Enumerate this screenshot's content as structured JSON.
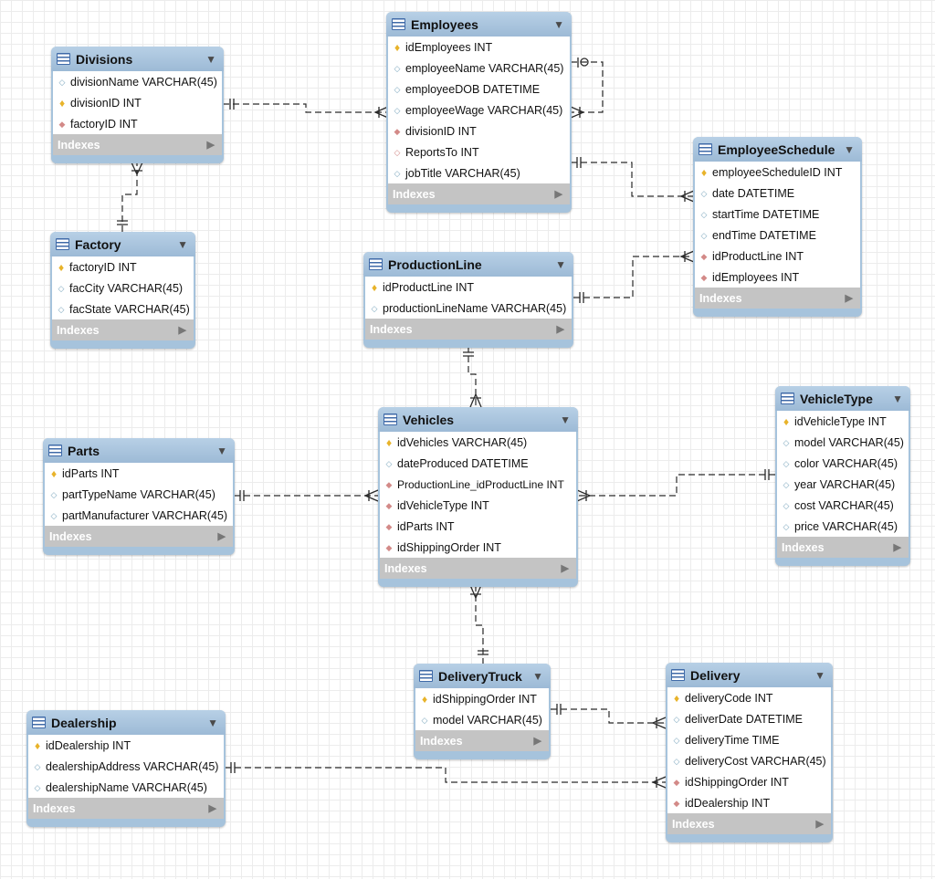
{
  "caret": "▼",
  "index_arrow": "▶",
  "tables": {
    "divisions": {
      "name": "Divisions",
      "columns": [
        {
          "label": "divisionName VARCHAR(45)",
          "icon": "column-icon"
        },
        {
          "label": "divisionID INT",
          "icon": "primary-key-icon"
        },
        {
          "label": "factoryID INT",
          "icon": "foreign-key-icon"
        }
      ],
      "indexes": "Indexes"
    },
    "factory": {
      "name": "Factory",
      "columns": [
        {
          "label": "factoryID INT",
          "icon": "primary-key-icon"
        },
        {
          "label": "facCity VARCHAR(45)",
          "icon": "column-icon"
        },
        {
          "label": "facState VARCHAR(45)",
          "icon": "column-icon"
        }
      ],
      "indexes": "Indexes"
    },
    "employees": {
      "name": "Employees",
      "columns": [
        {
          "label": "idEmployees INT",
          "icon": "primary-key-icon"
        },
        {
          "label": "employeeName VARCHAR(45)",
          "icon": "column-icon"
        },
        {
          "label": "employeeDOB DATETIME",
          "icon": "column-icon"
        },
        {
          "label": "employeeWage VARCHAR(45)",
          "icon": "column-icon"
        },
        {
          "label": "divisionID INT",
          "icon": "foreign-key-icon"
        },
        {
          "label": "ReportsTo INT",
          "icon": "nullable-foreign-key-icon"
        },
        {
          "label": "jobTitle VARCHAR(45)",
          "icon": "column-icon"
        }
      ],
      "indexes": "Indexes"
    },
    "employee_schedule": {
      "name": "EmployeeSchedule",
      "columns": [
        {
          "label": "employeeScheduleID INT",
          "icon": "primary-key-icon"
        },
        {
          "label": "date DATETIME",
          "icon": "column-icon"
        },
        {
          "label": "startTime DATETIME",
          "icon": "column-icon"
        },
        {
          "label": "endTime DATETIME",
          "icon": "column-icon"
        },
        {
          "label": "idProductLine INT",
          "icon": "foreign-key-icon"
        },
        {
          "label": "idEmployees INT",
          "icon": "foreign-key-icon"
        }
      ],
      "indexes": "Indexes"
    },
    "production_line": {
      "name": "ProductionLine",
      "columns": [
        {
          "label": "idProductLine INT",
          "icon": "primary-key-icon"
        },
        {
          "label": "productionLineName VARCHAR(45)",
          "icon": "column-icon"
        }
      ],
      "indexes": "Indexes"
    },
    "vehicles": {
      "name": "Vehicles",
      "columns": [
        {
          "label": "idVehicles VARCHAR(45)",
          "icon": "primary-key-icon"
        },
        {
          "label": "dateProduced DATETIME",
          "icon": "column-icon"
        },
        {
          "label": "ProductionLine_idProductLine INT",
          "icon": "foreign-key-icon"
        },
        {
          "label": "idVehicleType INT",
          "icon": "foreign-key-icon"
        },
        {
          "label": "idParts INT",
          "icon": "foreign-key-icon"
        },
        {
          "label": "idShippingOrder INT",
          "icon": "foreign-key-icon"
        }
      ],
      "indexes": "Indexes"
    },
    "vehicle_type": {
      "name": "VehicleType",
      "columns": [
        {
          "label": "idVehicleType INT",
          "icon": "primary-key-icon"
        },
        {
          "label": "model VARCHAR(45)",
          "icon": "column-icon"
        },
        {
          "label": "color VARCHAR(45)",
          "icon": "column-icon"
        },
        {
          "label": "year VARCHAR(45)",
          "icon": "column-icon"
        },
        {
          "label": "cost VARCHAR(45)",
          "icon": "column-icon"
        },
        {
          "label": "price VARCHAR(45)",
          "icon": "column-icon"
        }
      ],
      "indexes": "Indexes"
    },
    "parts": {
      "name": "Parts",
      "columns": [
        {
          "label": "idParts INT",
          "icon": "primary-key-icon"
        },
        {
          "label": "partTypeName VARCHAR(45)",
          "icon": "column-icon"
        },
        {
          "label": "partManufacturer VARCHAR(45)",
          "icon": "column-icon"
        }
      ],
      "indexes": "Indexes"
    },
    "delivery_truck": {
      "name": "DeliveryTruck",
      "columns": [
        {
          "label": "idShippingOrder INT",
          "icon": "primary-key-icon"
        },
        {
          "label": "model VARCHAR(45)",
          "icon": "column-icon"
        }
      ],
      "indexes": "Indexes"
    },
    "delivery": {
      "name": "Delivery",
      "columns": [
        {
          "label": "deliveryCode INT",
          "icon": "primary-key-icon"
        },
        {
          "label": "deliverDate DATETIME",
          "icon": "column-icon"
        },
        {
          "label": "deliveryTime TIME",
          "icon": "column-icon"
        },
        {
          "label": "deliveryCost VARCHAR(45)",
          "icon": "column-icon"
        },
        {
          "label": "idShippingOrder INT",
          "icon": "foreign-key-icon"
        },
        {
          "label": "idDealership INT",
          "icon": "foreign-key-icon"
        }
      ],
      "indexes": "Indexes"
    },
    "dealership": {
      "name": "Dealership",
      "columns": [
        {
          "label": "idDealership INT",
          "icon": "primary-key-icon"
        },
        {
          "label": "dealershipAddress VARCHAR(45)",
          "icon": "column-icon"
        },
        {
          "label": "dealershipName VARCHAR(45)",
          "icon": "column-icon"
        }
      ],
      "indexes": "Indexes"
    }
  },
  "relationships": [
    {
      "from": "Divisions",
      "to": "Employees",
      "cardinality": "one-to-many"
    },
    {
      "from": "Factory",
      "to": "Divisions",
      "cardinality": "one-to-many"
    },
    {
      "from": "Employees",
      "to": "Employees",
      "cardinality": "zero-or-one-to-many"
    },
    {
      "from": "Employees",
      "to": "EmployeeSchedule",
      "cardinality": "one-to-many"
    },
    {
      "from": "ProductionLine",
      "to": "EmployeeSchedule",
      "cardinality": "one-to-many"
    },
    {
      "from": "ProductionLine",
      "to": "Vehicles",
      "cardinality": "one-to-many"
    },
    {
      "from": "Parts",
      "to": "Vehicles",
      "cardinality": "one-to-many"
    },
    {
      "from": "VehicleType",
      "to": "Vehicles",
      "cardinality": "one-to-many"
    },
    {
      "from": "DeliveryTruck",
      "to": "Vehicles",
      "cardinality": "one-to-many"
    },
    {
      "from": "DeliveryTruck",
      "to": "Delivery",
      "cardinality": "one-to-many"
    },
    {
      "from": "Dealership",
      "to": "Delivery",
      "cardinality": "one-to-many"
    }
  ]
}
